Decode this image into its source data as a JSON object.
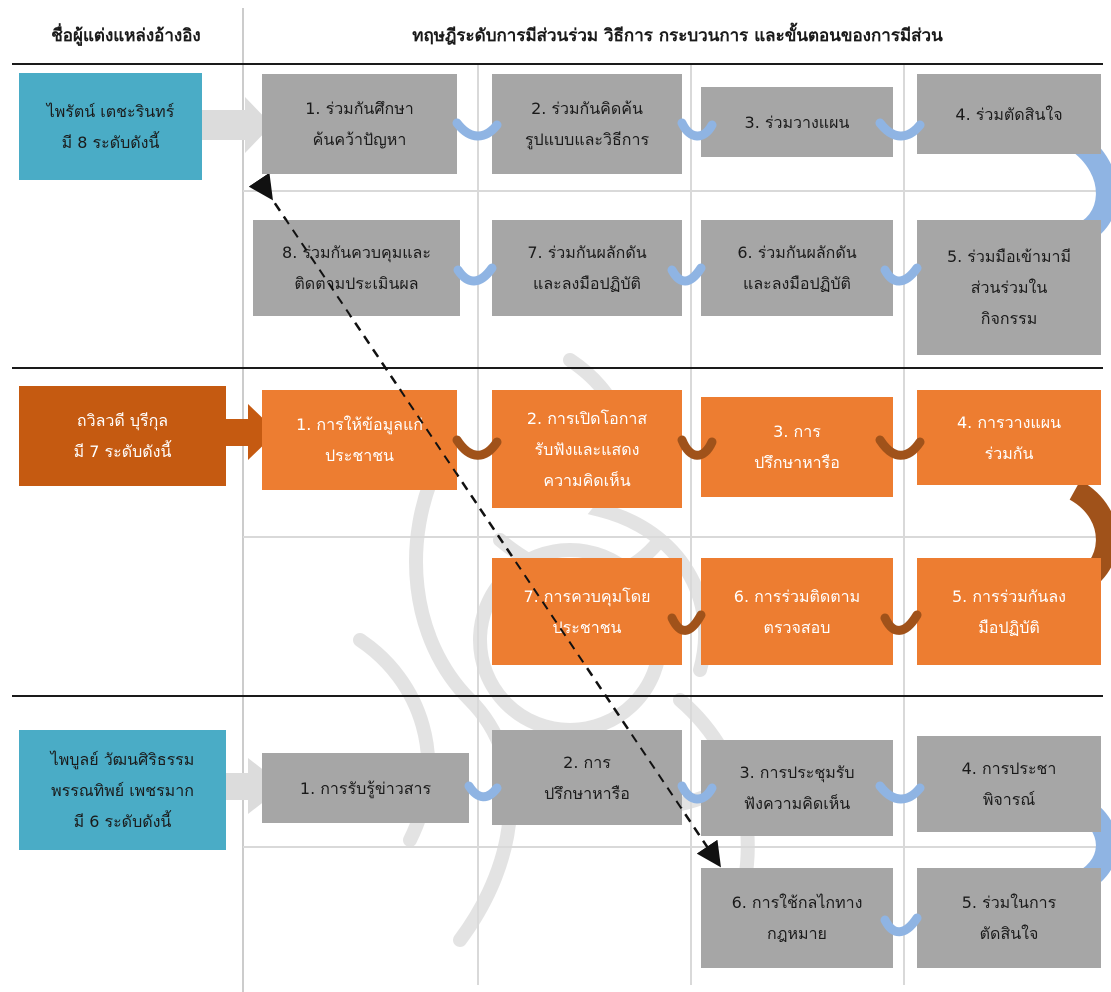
{
  "header": {
    "col1": "ชื่อผู้แต่งแหล่งอ้างอิง",
    "col2": "ทฤษฎีระดับการมีส่วนร่วม วิธีการ กระบวนการ และขั้นตอนของการมีส่วน"
  },
  "colors": {
    "source_blue": "#4aacc6",
    "source_orange": "#c55a11",
    "step_gray": "#a6a6a6",
    "step_orange": "#ed7d31",
    "arrow_blue": "#8fb4e3",
    "arrow_brown": "#a0521a"
  },
  "section1": {
    "source": "ไพรัตน์ เตชะรินทร์\nมี 8 ระดับดังนี้",
    "steps": [
      "1. ร่วมกันศึกษา\nค้นคว้าปัญหา",
      "2. ร่วมกันคิดค้น\nรูปแบบและวิธีการ",
      "3. ร่วมวางแผน",
      "4. ร่วมตัดสินใจ",
      "5. ร่วมมือเข้ามามี\nส่วนร่วมใน\nกิจกรรม",
      "6. ร่วมกันผลักดัน\nและลงมือปฏิบัติ",
      "7. ร่วมกันผลักดัน\nและลงมือปฏิบัติ",
      "8. ร่วมกันควบคุมและ\nติดตามประเมินผล"
    ]
  },
  "section2": {
    "source": "ถวิลวดี บุรีกุล\nมี 7 ระดับดังนี้",
    "steps": [
      "1. การให้ข้อมูลแก่\nประชาชน",
      "2. การเปิดโอกาส\nรับฟังและแสดง\nความคิดเห็น",
      "3. การ\nปรึกษาหารือ",
      "4. การวางแผน\nร่วมกัน",
      "5. การร่วมกันลง\nมือปฏิบัติ",
      "6. การร่วมติดตาม\nตรวจสอบ",
      "7. การควบคุมโดย\nประชาชน"
    ]
  },
  "section3": {
    "source": "ไพบูลย์ วัฒนศิริธรรม\nพรรณทิพย์ เพชรมาก\nมี 6 ระดับดังนี้",
    "steps": [
      "1. การรับรู้ข่าวสาร",
      "2. การ\nปรึกษาหารือ",
      "3. การประชุมรับ\nฟังความคิดเห็น",
      "4. การประชา\nพิจารณ์",
      "5. ร่วมในการ\nตัดสินใจ",
      "6. การใช้กลไกทาง\nกฎหมาย"
    ]
  }
}
